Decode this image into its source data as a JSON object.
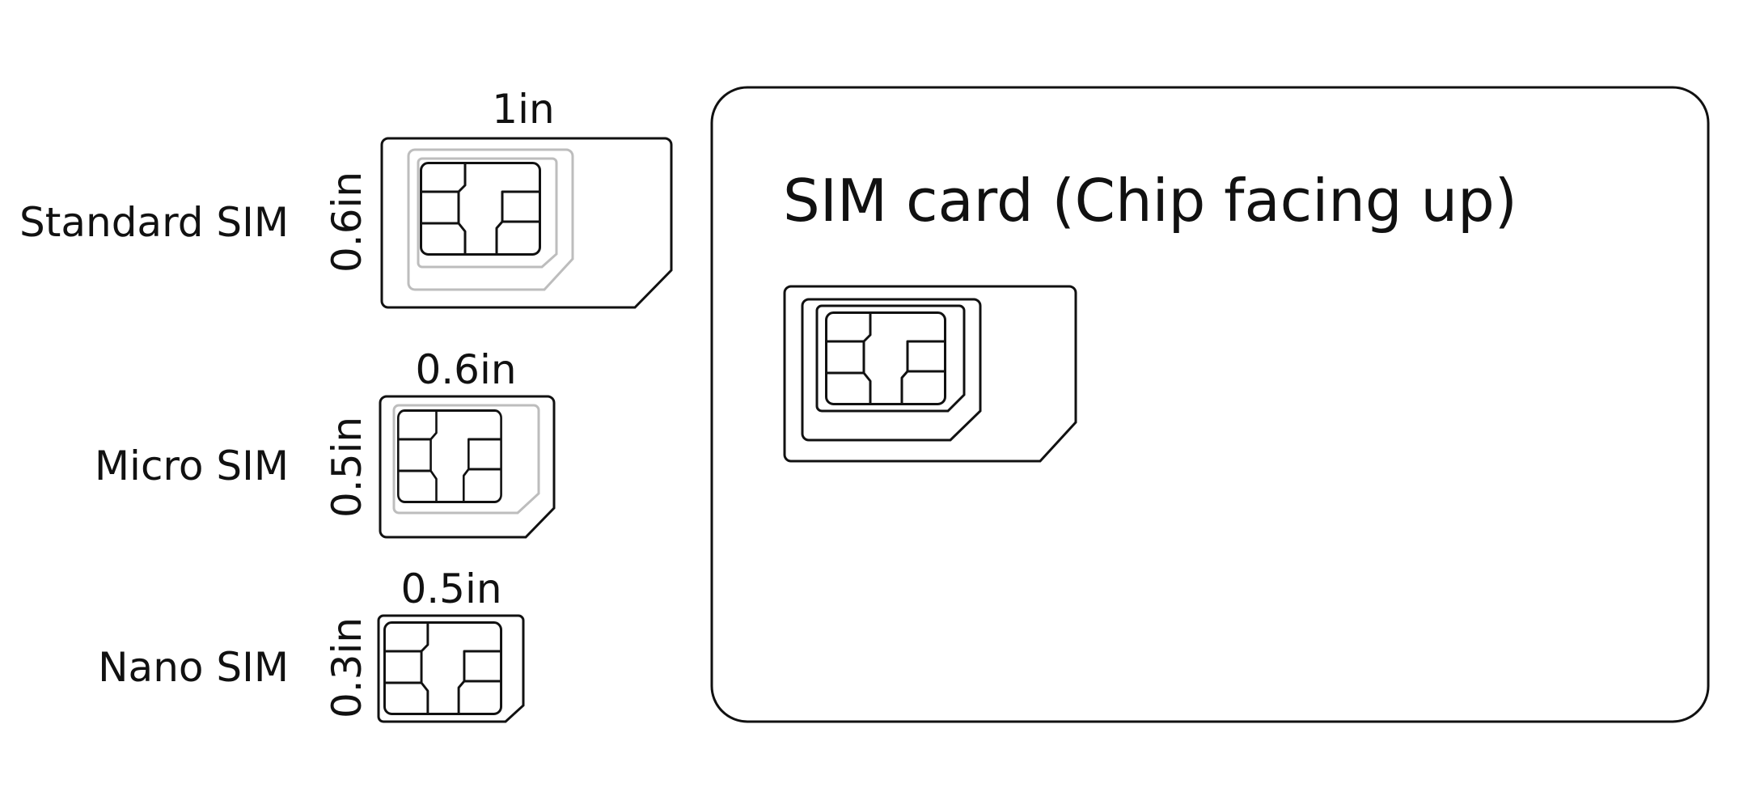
{
  "sims": [
    {
      "name": "Standard SIM",
      "width": "1in",
      "height": "0.6in"
    },
    {
      "name": "Micro SIM",
      "width": "0.6in",
      "height": "0.5in"
    },
    {
      "name": "Nano SIM",
      "width": "0.5in",
      "height": "0.3in"
    }
  ],
  "card": {
    "title": "SIM card (Chip facing up)"
  },
  "colors": {
    "outline": "#111111",
    "guide": "#bdbdbd",
    "background": "#ffffff"
  }
}
